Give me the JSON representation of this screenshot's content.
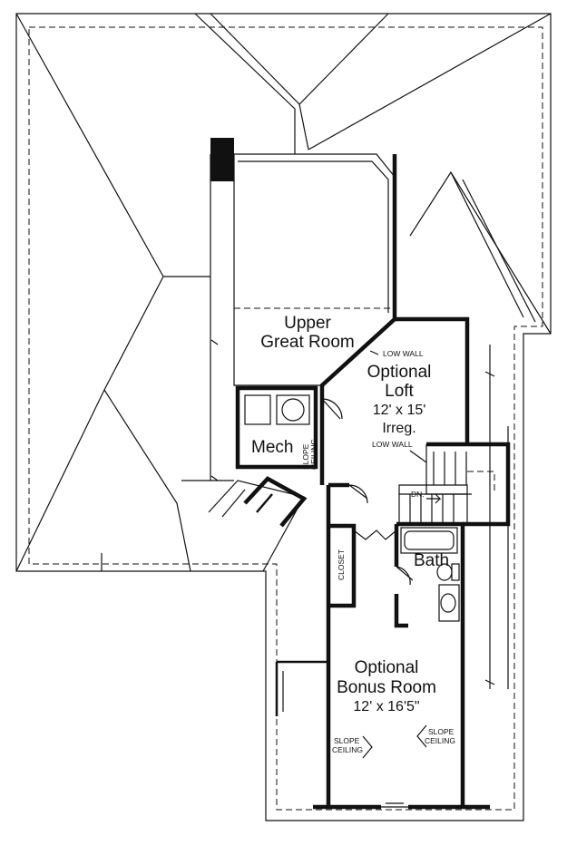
{
  "rooms": {
    "upper_great_room": {
      "line1": "Upper",
      "line2": "Great Room"
    },
    "optional_loft": {
      "line1": "Optional",
      "line2": "Loft",
      "size": "12' x 15'",
      "note": "Irreg."
    },
    "mech": {
      "label": "Mech"
    },
    "bath": {
      "label": "Bath"
    },
    "closet": {
      "label": "CLOSET"
    },
    "optional_bonus_room": {
      "line1": "Optional",
      "line2": "Bonus Room",
      "size": "12' x 16'5\""
    }
  },
  "annotations": {
    "low_wall_1": "LOW WALL",
    "low_wall_2": "LOW WALL",
    "slope_ceiling_mech": {
      "line1": "SLOPE",
      "line2": "CEILING"
    },
    "slope_ceiling_left": {
      "line1": "SLOPE",
      "line2": "CEILING"
    },
    "slope_ceiling_right": {
      "line1": "SLOPE",
      "line2": "CEILING"
    },
    "stair_dn": "DN."
  }
}
